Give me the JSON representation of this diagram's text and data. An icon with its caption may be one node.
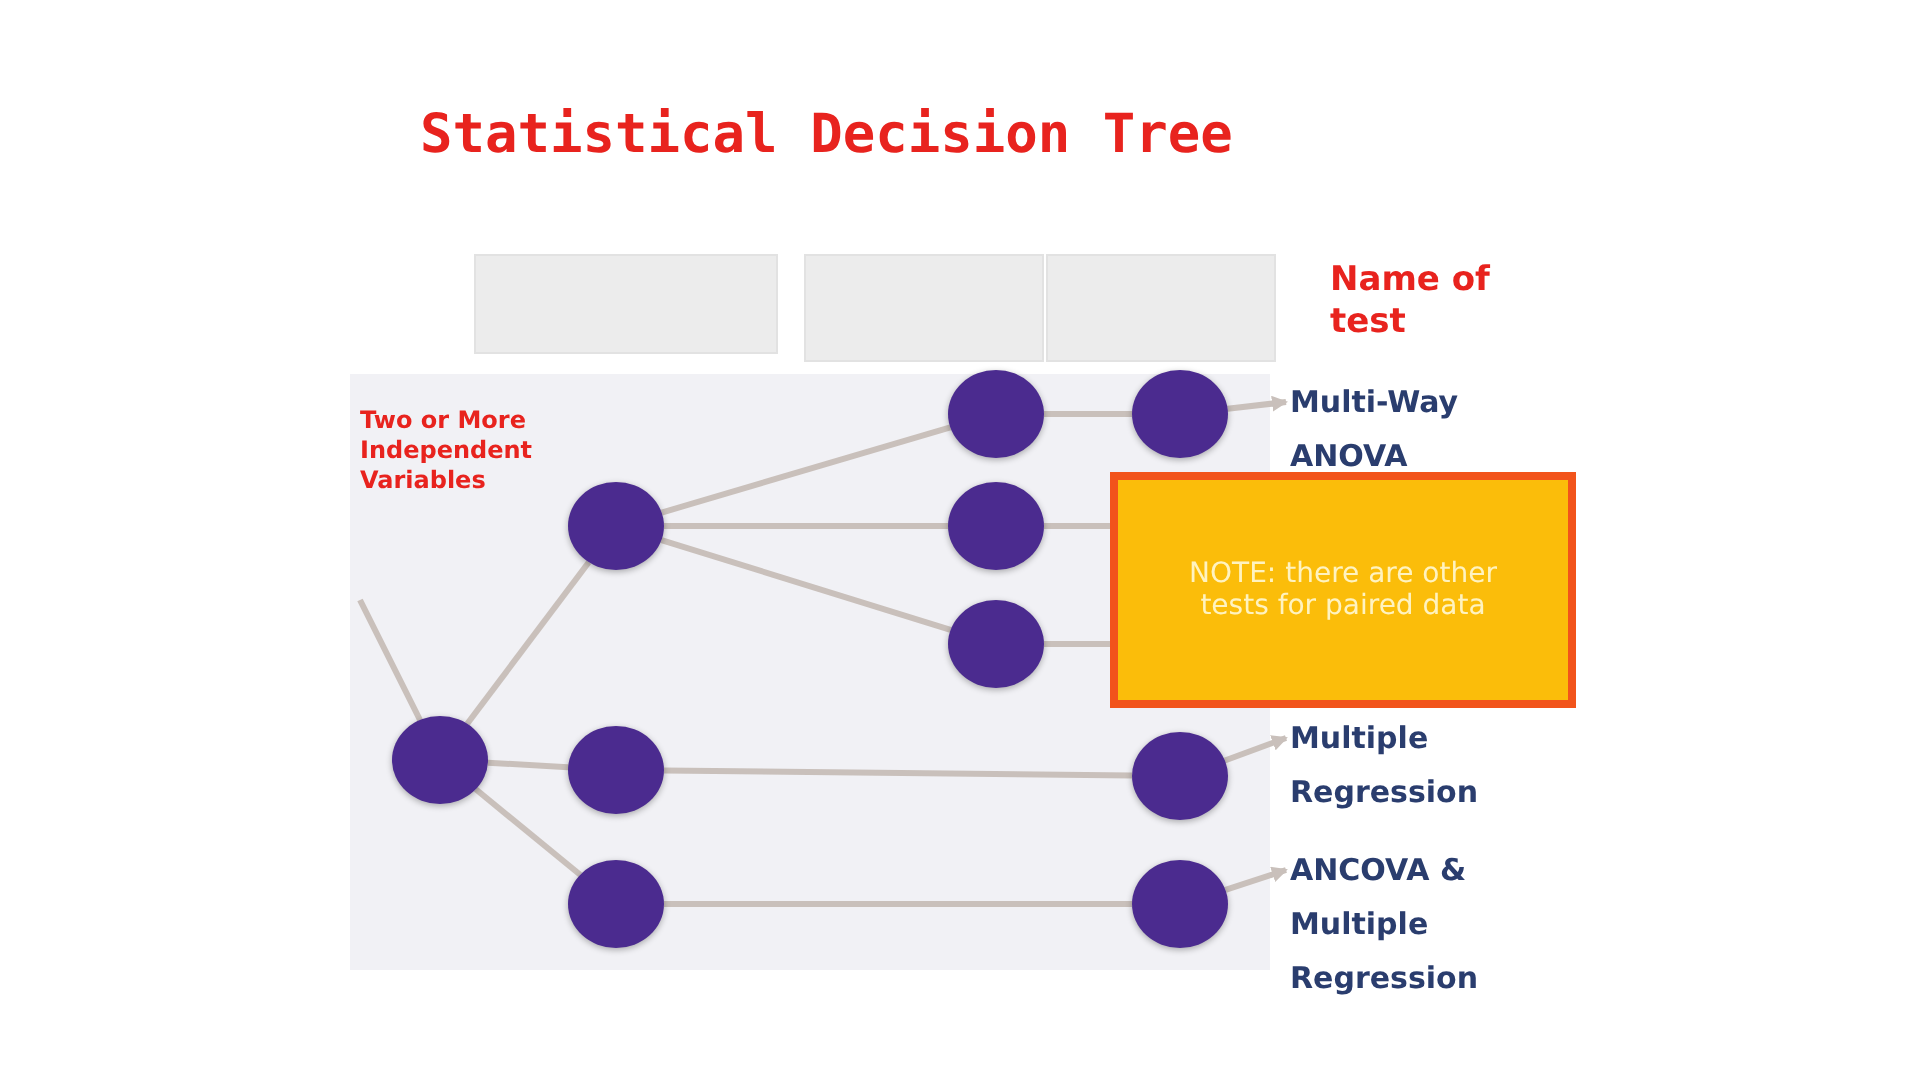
{
  "diagram": {
    "title": "Statistical Decision Tree",
    "nodes": [
      {
        "text": [],
        "shape": "circle"
      },
      {
        "text": [],
        "shape": "circle"
      },
      {
        "text": [],
        "shape": "circle"
      },
      {
        "text": [],
        "shape": "circle"
      },
      {
        "text": [],
        "shape": "circle"
      },
      {
        "text": [],
        "shape": "circle"
      },
      {
        "text": [],
        "shape": "circle"
      },
      {
        "text": [],
        "shape": "circle"
      },
      {
        "text": [],
        "shape": "circle"
      },
      {
        "text": [],
        "shape": "circle"
      },
      {
        "text": [
          "Multi-Way ANOVA"
        ]
      },
      {
        "text": [
          "Multiple Regression"
        ]
      },
      {
        "text": [
          "ANCOVA & Multiple Regression"
        ]
      },
      {
        "text": [
          "NOTE: there are other tests for paired data"
        ]
      }
    ],
    "edges": [
      {
        "from": null,
        "to": 0,
        "arrow": "none"
      },
      {
        "from": 0,
        "to": 1,
        "arrow": "none"
      },
      {
        "from": 0,
        "to": 2,
        "arrow": "none"
      },
      {
        "from": 0,
        "to": 3,
        "arrow": "none"
      },
      {
        "from": 1,
        "to": 4,
        "arrow": "none"
      },
      {
        "from": 1,
        "to": 5,
        "arrow": "none"
      },
      {
        "from": 1,
        "to": 6,
        "arrow": "none"
      },
      {
        "from": 4,
        "to": 7,
        "arrow": "none"
      },
      {
        "from": 2,
        "to": 8,
        "arrow": "none"
      },
      {
        "from": 3,
        "to": 9,
        "arrow": "none"
      },
      {
        "from": 5,
        "to": 13,
        "arrow": "none"
      },
      {
        "from": 6,
        "to": 13,
        "arrow": "none"
      },
      {
        "from": 7,
        "to": 10,
        "arrow": "to"
      },
      {
        "from": 8,
        "to": 11,
        "arrow": "to"
      },
      {
        "from": 9,
        "to": 12,
        "arrow": "to"
      }
    ],
    "labels": [
      "Name of test",
      "Two or More Independent Variables"
    ]
  }
}
